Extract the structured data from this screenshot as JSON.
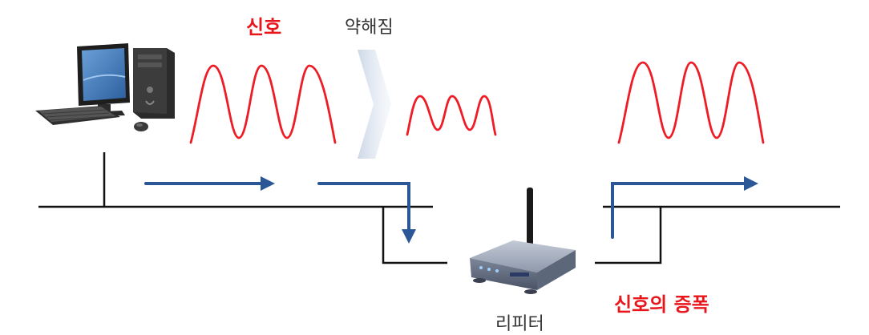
{
  "labels": {
    "signal": "신호",
    "attenuation": "약해짐",
    "repeater": "리피터",
    "amplification": "신호의 증폭"
  },
  "colors": {
    "signal_wave": "#ee1c25",
    "arrow": "#2b5797",
    "bus_line": "#111111",
    "label_red": "#e8161b",
    "label_gray": "#333333"
  },
  "icons": {
    "computer": "desktop-computer-icon",
    "repeater": "wireless-router-icon",
    "attenuation": "chevron-fade-icon"
  }
}
